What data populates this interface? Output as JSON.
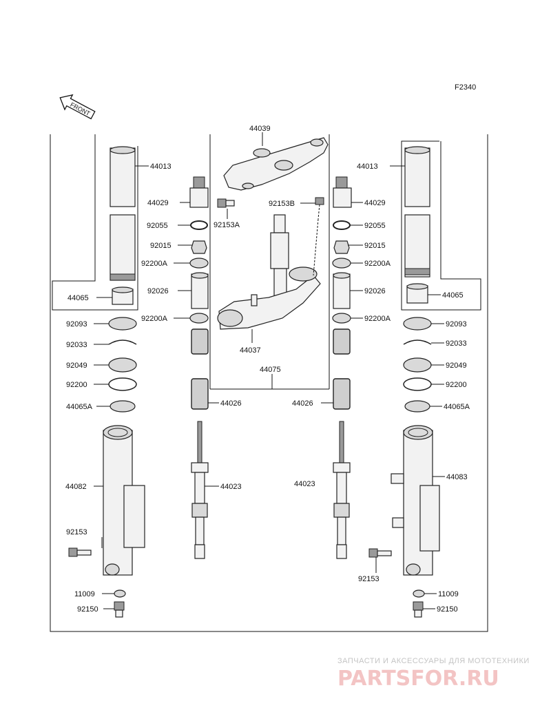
{
  "figure_code": "F2340",
  "front_arrow_label": "FRONT",
  "labels": {
    "l44039": "44039",
    "l44013_left": "44013",
    "l44013_right": "44013",
    "l44029_left": "44029",
    "l44029_right": "44029",
    "l92153A": "92153A",
    "l92153B": "92153B",
    "l92055_left": "92055",
    "l92055_right": "92055",
    "l92015_left": "92015",
    "l92015_right": "92015",
    "l92200A_l1": "92200A",
    "l92200A_r1": "92200A",
    "l92026_left": "92026",
    "l92026_right": "92026",
    "l44065_left": "44065",
    "l44065_right": "44065",
    "l92200A_l2": "92200A",
    "l92200A_r2": "92200A",
    "l92093_left": "92093",
    "l92093_right": "92093",
    "l44037": "44037",
    "l92033_left": "92033",
    "l92033_right": "92033",
    "l92049_left": "92049",
    "l92049_right": "92049",
    "l44075": "44075",
    "l92200_left": "92200",
    "l92200_right": "92200",
    "l44065A_left": "44065A",
    "l44065A_right": "44065A",
    "l44026_left": "44026",
    "l44026_right": "44026",
    "l44082": "44082",
    "l44083": "44083",
    "l44023_left": "44023",
    "l44023_right": "44023",
    "l92153_left": "92153",
    "l92153_right": "92153",
    "l11009_left": "11009",
    "l11009_right": "11009",
    "l92150_left": "92150",
    "l92150_right": "92150"
  },
  "watermark": {
    "tagline": "ЗАПЧАСТИ И АКСЕССУАРЫ ДЛЯ МОТОТЕХНИКИ",
    "logo": "PARTSFOR.RU"
  }
}
